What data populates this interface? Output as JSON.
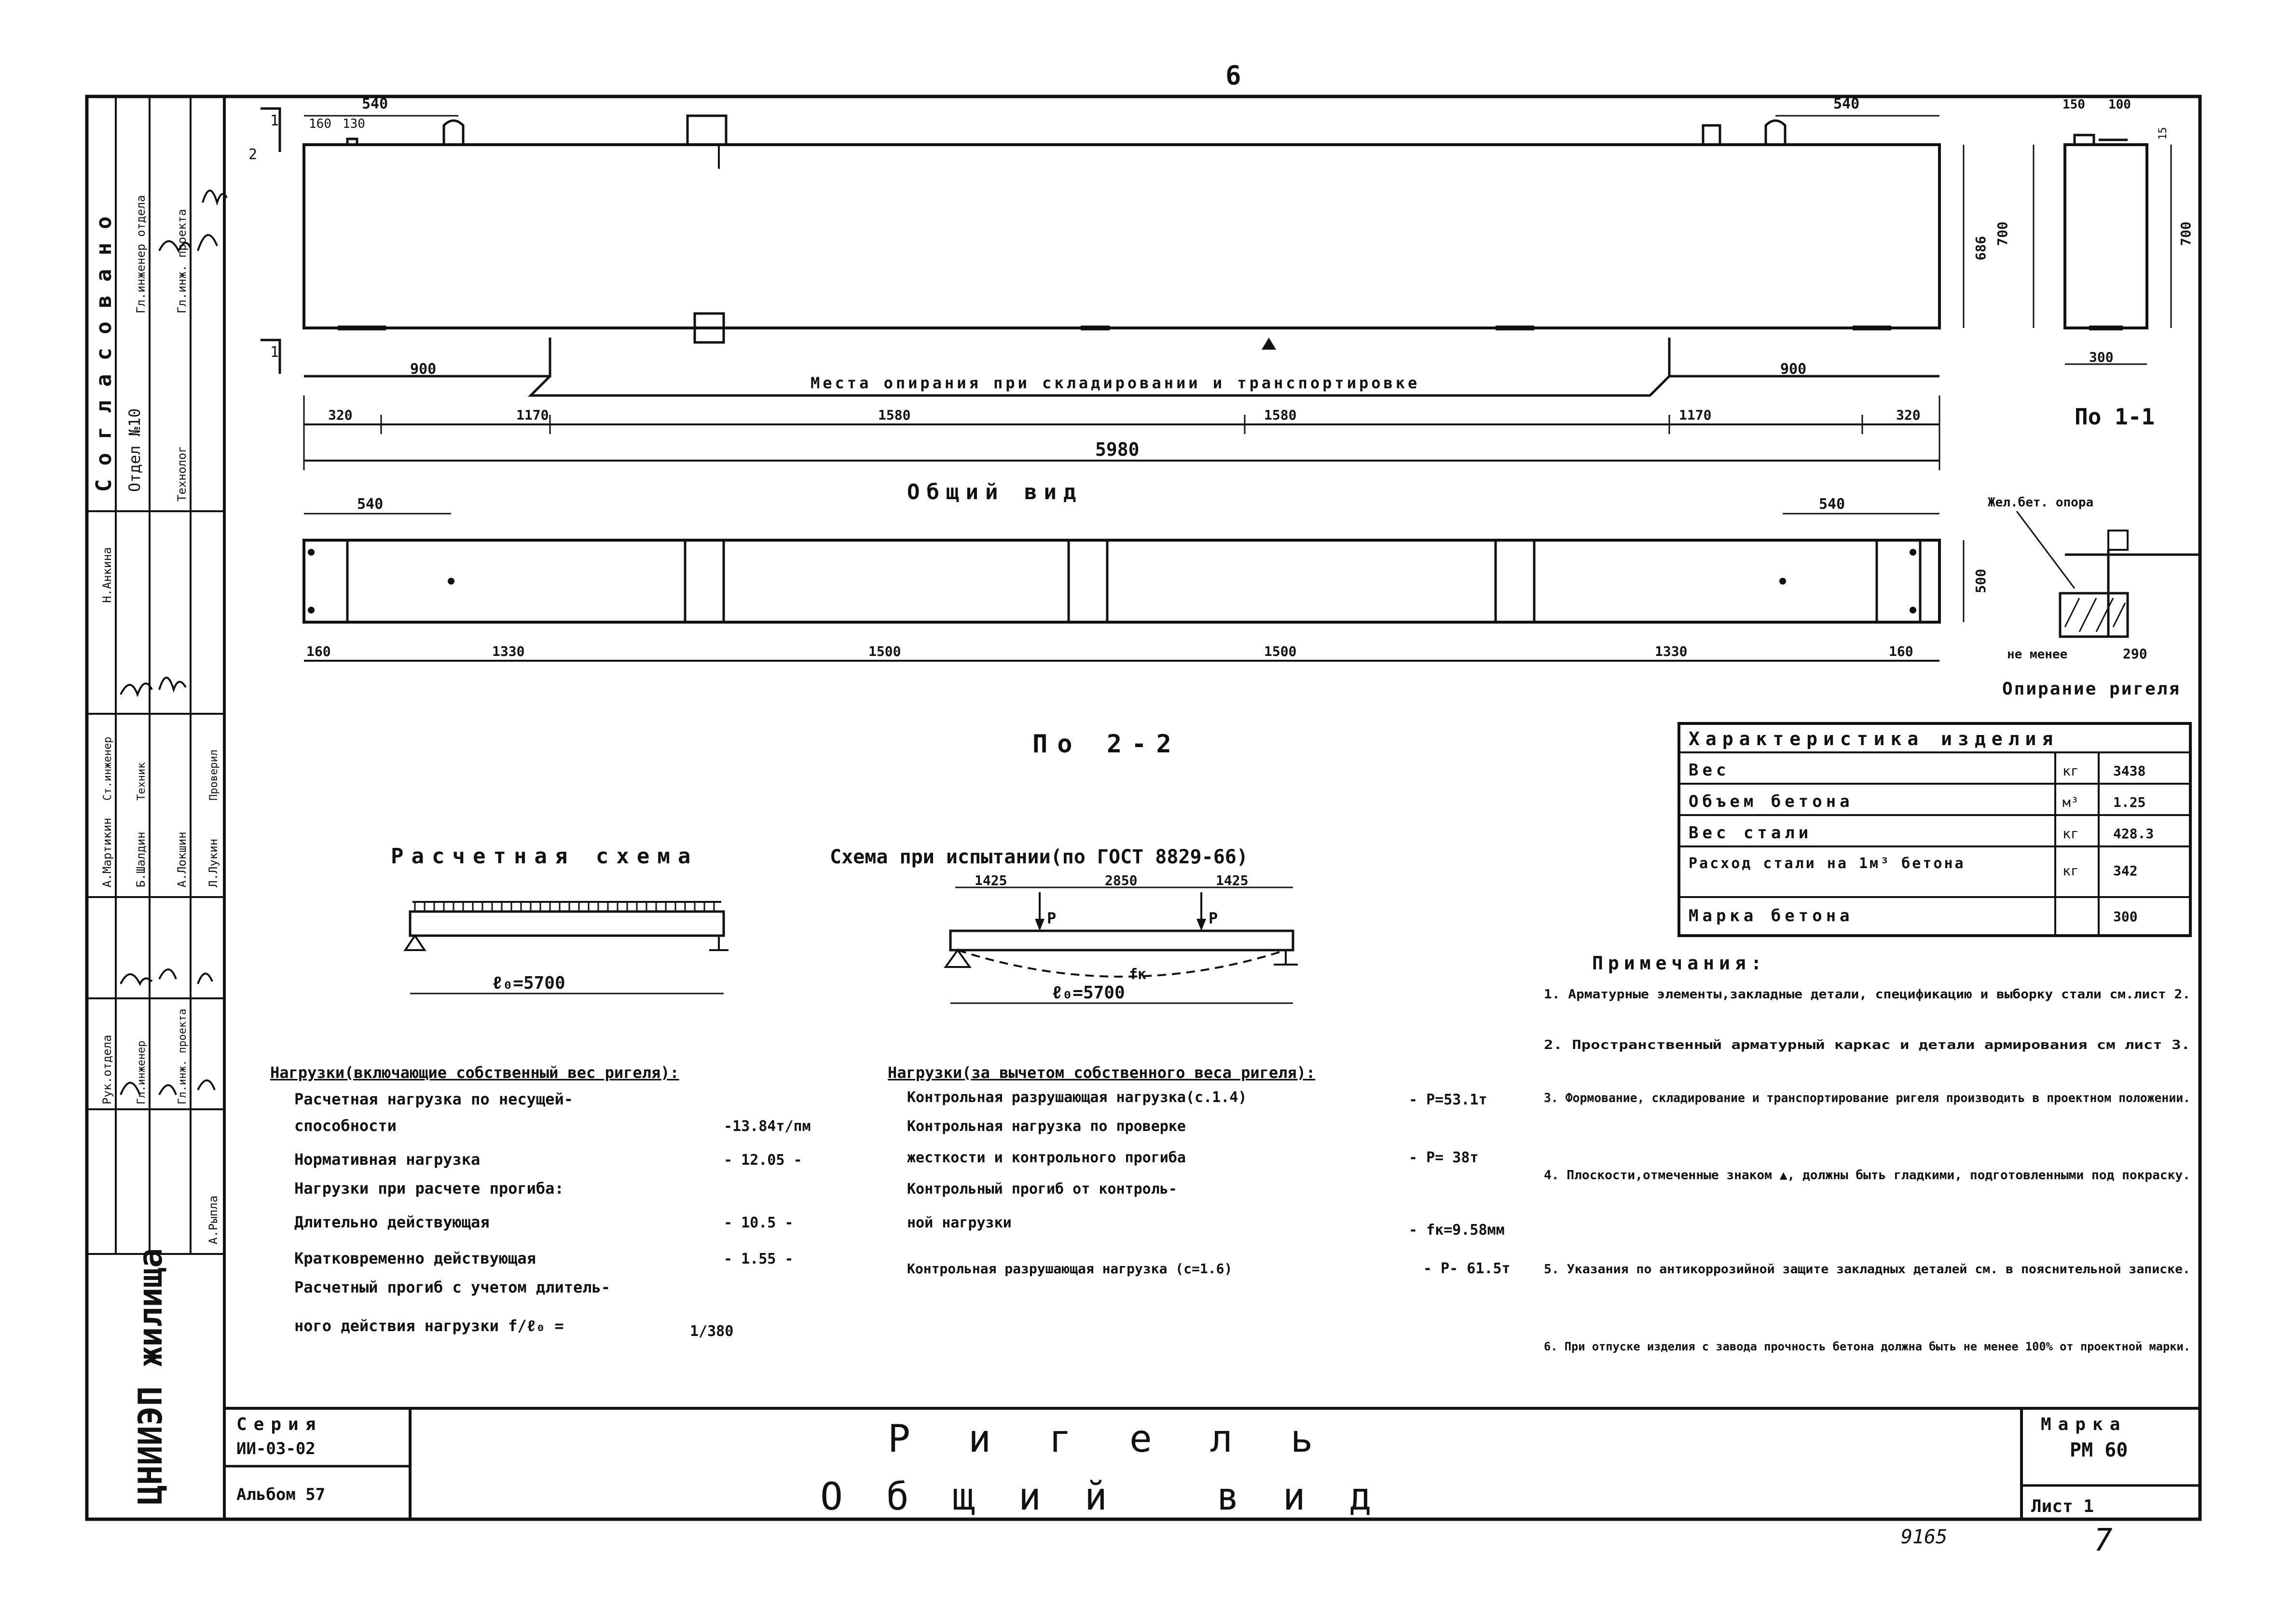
{
  "page_number": "6",
  "views": {
    "general_view": "Общий вид",
    "section_1": "По 1-1",
    "section_2": "По 2-2",
    "support_note": "Места опирания при складировании и транспортировке",
    "support_detail": {
      "title": "Опирание ригеля",
      "support_label": "Жел.бет. опора",
      "min_label": "не менее",
      "min_value": "290"
    }
  },
  "dims": {
    "elev_top": [
      "540",
      "160",
      "130",
      "540"
    ],
    "elev_supports": [
      "900",
      "900"
    ],
    "elev_bottom": [
      "320",
      "1170",
      "1580",
      "1580",
      "1170",
      "320"
    ],
    "total": "5980",
    "elev_height": [
      "686",
      "700"
    ],
    "section1": [
      "150",
      "100",
      "700",
      "300",
      "15"
    ],
    "plan_top": [
      "540",
      "540"
    ],
    "plan_bottom": [
      "160",
      "1330",
      "1500",
      "1500",
      "1330",
      "160"
    ],
    "plan_height": "500"
  },
  "schemes": {
    "calc_title": "Расчетная схема",
    "calc_span": "ℓ₀=5700",
    "test_title": "Схема при испытании(по ГОСТ 8829-66)",
    "test_dims": [
      "1425",
      "2850",
      "1425"
    ],
    "test_span": "ℓ₀=5700",
    "load": "P",
    "deflection": "fк"
  },
  "loads_left": {
    "heading": "Нагрузки(включающие собственный вес ригеля):",
    "rows": [
      {
        "label": "Расчетная нагрузка по несущей-",
        "value": ""
      },
      {
        "label": "  способности",
        "value": "-13.84т/пм"
      },
      {
        "label": "Нормативная нагрузка",
        "value": "- 12.05 -"
      },
      {
        "label": "Нагрузки при расчете прогиба:",
        "value": ""
      },
      {
        "label": "Длительно действующая",
        "value": "- 10.5 -"
      },
      {
        "label": "Кратковременно действующая",
        "value": "- 1.55 -"
      },
      {
        "label": "Расчетный прогиб с учетом длитель-",
        "value": ""
      },
      {
        "label": "ного действия нагрузки f/ℓ₀ =",
        "value": "1/380"
      }
    ]
  },
  "loads_right": {
    "heading": "Нагрузки(за вычетом собственного веса ригеля):",
    "rows": [
      {
        "label": "Контрольная разрушающая нагрузка(с.1.4)",
        "value": "- P=53.1т"
      },
      {
        "label": "Контрольная нагрузка по проверке",
        "value": ""
      },
      {
        "label": "жесткости и контрольного прогиба",
        "value": "- P= 38т"
      },
      {
        "label": "Контрольный прогиб от контроль-",
        "value": ""
      },
      {
        "label": "ной нагрузки",
        "value": "- fк=9.58мм"
      },
      {
        "label": "Контрольная разрушающая нагрузка (с=1.6)",
        "value": "- P- 61.5т"
      }
    ]
  },
  "characteristics": {
    "title": "Характеристика изделия",
    "rows": [
      {
        "name": "Вес",
        "unit": "кг",
        "value": "3438"
      },
      {
        "name": "Объем бетона",
        "unit": "м³",
        "value": "1.25"
      },
      {
        "name": "Вес стали",
        "unit": "кг",
        "value": "428.3"
      },
      {
        "name": "Расход стали на 1м³ бетона",
        "unit": "кг",
        "value": "342"
      },
      {
        "name": "Марка бетона",
        "unit": "",
        "value": "300"
      }
    ]
  },
  "notes": {
    "heading": "Примечания:",
    "items": [
      "1. Арматурные элементы,закладные детали, спецификацию и выборку стали см.лист 2.",
      "2. Пространственный арматурный каркас и детали армирования см лист 3.",
      "3. Формование, складирование и транспортирование ригеля производить в проектном положении.",
      "4. Плоскости,отмеченные знаком ▲, должны быть гладкими, подготовленными под покраску.",
      "5. Указания по антикоррозийной защите закладных деталей см. в пояснительной записке.",
      "6. При отпуске изделия с завода прочность бетона должна быть не менее 100% от проектной марки."
    ]
  },
  "title_block": {
    "series_label": "Серия",
    "series_value": "ИИ-03-02",
    "album": "Альбом 57",
    "title_line1": "Ригель",
    "title_line2": "Общий вид",
    "mark_label": "Марка",
    "mark_value": "РМ 60",
    "sheet": "Лист 1",
    "institute": "ЦНИИЭП жилища",
    "code": "9165",
    "handwritten_number": "7"
  },
  "approval_block": {
    "header": "Согласовано",
    "dept": "Отдел №10",
    "roles": [
      "Рук.отдела",
      "Гл.инженер отдела",
      "Гл.инж. проекта",
      "Технолог"
    ],
    "staff": [
      "А.Рыпла",
      "А.Мартикин",
      "Б.Шалдин",
      "А.Локшин",
      "Н.Анкина",
      "Л.Лукин"
    ],
    "functions": [
      "Гл.инженер",
      "Гл.инж. проекта",
      "Ст.инженер",
      "Техник",
      "Проверил"
    ]
  }
}
